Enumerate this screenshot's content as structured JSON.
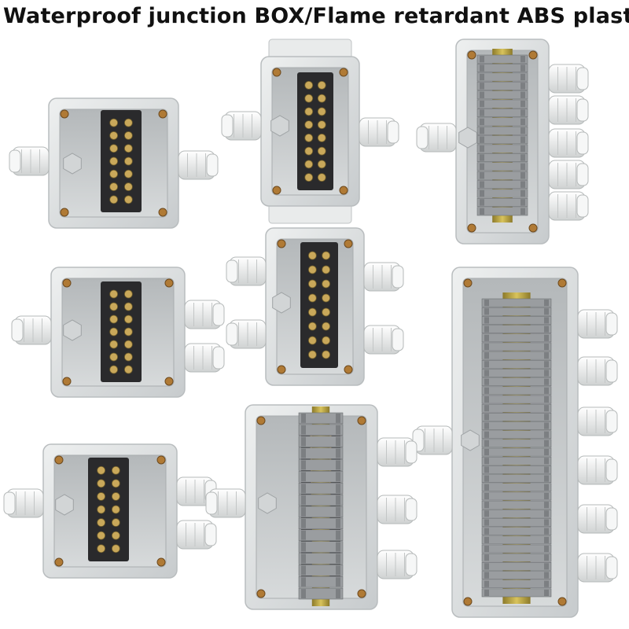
{
  "page": {
    "title": "Waterproof junction BOX/Flame retardant ABS plastic"
  },
  "colors": {
    "box_body": "#dfe2e3",
    "box_shadow": "#b9bdbf",
    "box_inner": "#c9cdcf",
    "terminal_block": "#2a2a2c",
    "terminal_screw": "#c9a85a",
    "din_terminal": "#9a9da0",
    "din_rail": "#c8b14a",
    "gland": "#eceeee",
    "screw_hole": "#b07a35"
  },
  "products": [
    {
      "name": "junction-box-1-terminal-2-gland",
      "icon": "junction-box-icon"
    },
    {
      "name": "junction-box-mounting-plate-2-gland",
      "icon": "junction-box-icon"
    },
    {
      "name": "junction-box-din-rail-6-gland",
      "icon": "junction-box-icon"
    },
    {
      "name": "junction-box-1-terminal-3-gland",
      "icon": "junction-box-icon"
    },
    {
      "name": "junction-box-tall-4-gland",
      "icon": "junction-box-icon"
    },
    {
      "name": "junction-box-din-rail-long-7-gland",
      "icon": "junction-box-icon"
    },
    {
      "name": "junction-box-wide-3-gland",
      "icon": "junction-box-icon"
    },
    {
      "name": "junction-box-din-rail-4-gland",
      "icon": "junction-box-icon"
    }
  ]
}
